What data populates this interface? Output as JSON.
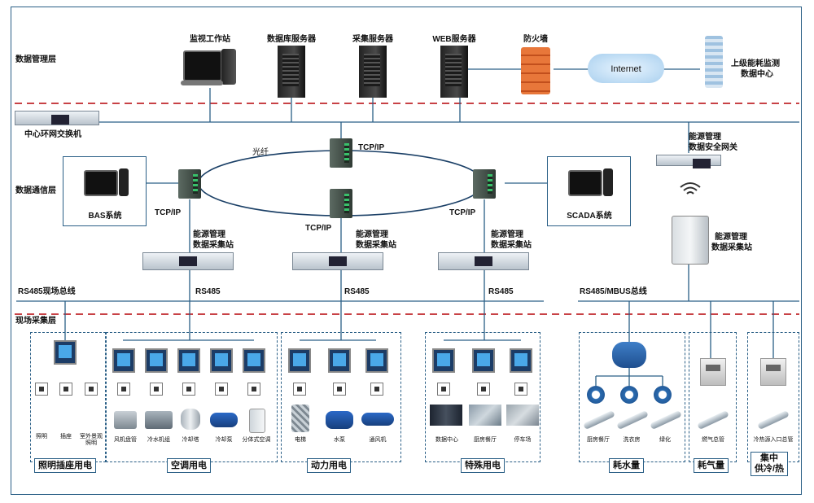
{
  "layers": {
    "management": "数据管理层",
    "communication": "数据通信层",
    "field": "现场采集层"
  },
  "top": {
    "workstation": "监视工作站",
    "db_server": "数据库服务器",
    "collect_server": "采集服务器",
    "web_server": "WEB服务器",
    "firewall": "防火墙",
    "internet": "Internet",
    "upper_center_1": "上级能耗监测",
    "upper_center_2": "数据中心",
    "core_switch": "中心环网交换机"
  },
  "network": {
    "fiber": "光纤",
    "tcpip": "TCP/IP",
    "bas": "BAS系统",
    "scada": "SCADA系统",
    "gateway_1": "能源管理",
    "gateway_2": "数据安全网关",
    "station_1": "能源管理",
    "station_2": "数据采集站"
  },
  "bus": {
    "rs485_field": "RS485现场总线",
    "rs485": "RS485",
    "rs485_mbus": "RS485/MBUS总线"
  },
  "groups": [
    {
      "tag": "照明插座用电",
      "items": [
        "照明",
        "插座",
        "室外景观照明"
      ]
    },
    {
      "tag": "空调用电",
      "items": [
        "风机盘管",
        "冷水机组",
        "冷却塔",
        "冷却泵",
        "分体式空调"
      ]
    },
    {
      "tag": "动力用电",
      "items": [
        "电梯",
        "水泵",
        "通风机"
      ]
    },
    {
      "tag": "特殊用电",
      "items": [
        "数据中心",
        "厨房餐厅",
        "停车场"
      ]
    },
    {
      "tag": "耗水量",
      "items": [
        "厨房餐厅",
        "洗衣房",
        "绿化"
      ]
    },
    {
      "tag": "耗气量",
      "items": [
        "燃气总管"
      ]
    },
    {
      "tag_1": "集中",
      "tag_2": "供冷/热",
      "items": [
        "冷热源入口总管"
      ]
    }
  ],
  "colors": {
    "line": "#2a5f86",
    "dash": "#c0282d",
    "ring": "#1a3f66"
  },
  "icons": [
    "monitor-icon",
    "server-icon",
    "firewall-icon",
    "cloud-icon",
    "building-icon",
    "switch-icon",
    "wifi-icon",
    "meter-icon",
    "breaker-icon",
    "water-meter-icon",
    "gas-meter-icon",
    "pipe-icon"
  ]
}
